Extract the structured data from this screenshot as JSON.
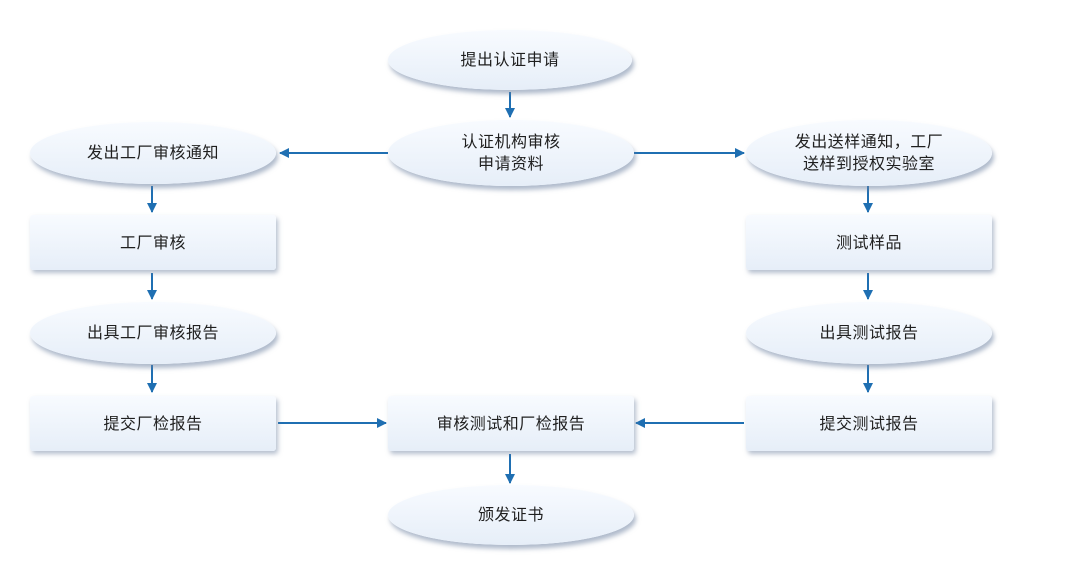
{
  "diagram": {
    "line_color": "#1f6fb2",
    "node_fill_top": "#f8fbff",
    "node_fill_bottom": "#e6eef8",
    "nodes": {
      "submit_application": {
        "label": "提出认证申请"
      },
      "review_materials": {
        "label_line1": "认证机构审核",
        "label_line2": "申请资料"
      },
      "factory_audit_notice": {
        "label": "发出工厂审核通知"
      },
      "sample_notice": {
        "label_line1": "发出送样通知，工厂",
        "label_line2": "送样到授权实验室"
      },
      "factory_audit": {
        "label": "工厂审核"
      },
      "test_samples": {
        "label": "测试样品"
      },
      "factory_audit_report": {
        "label": "出具工厂审核报告"
      },
      "test_report": {
        "label": "出具测试报告"
      },
      "submit_factory_report": {
        "label": "提交厂检报告"
      },
      "review_reports": {
        "label": "审核测试和厂检报告"
      },
      "submit_test_report": {
        "label": "提交测试报告"
      },
      "issue_certificate": {
        "label": "颁发证书"
      }
    }
  }
}
